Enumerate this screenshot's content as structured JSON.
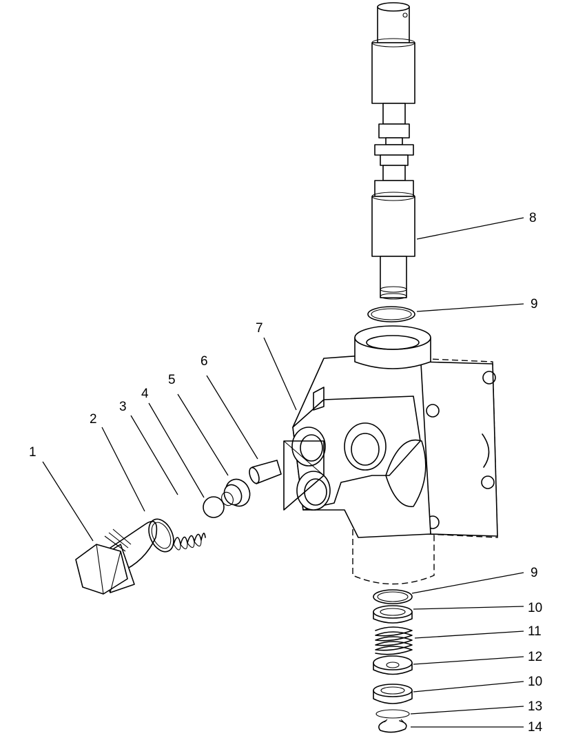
{
  "title": "",
  "callouts": [
    "1",
    "2",
    "3",
    "4",
    "5",
    "6",
    "7",
    "8",
    "9",
    "9",
    "10",
    "11",
    "12",
    "10",
    "13",
    "14"
  ],
  "colors": {
    "line": "#000000",
    "background": "#ffffff"
  }
}
